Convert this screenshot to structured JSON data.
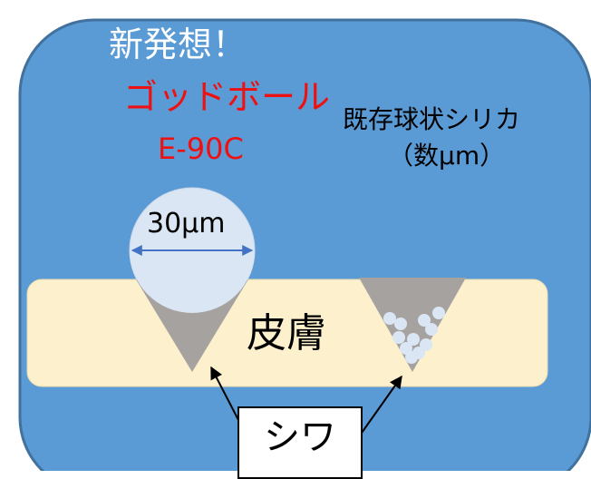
{
  "texts": {
    "title": "新発想！",
    "product_name": "ゴッドボール",
    "product_code": "E-90C",
    "existing_label": "既存球状シリカ",
    "existing_size": "（数µm）",
    "ball_size": "30µm",
    "skin": "皮膚",
    "wrinkle": "シワ"
  },
  "colors": {
    "background": "#5b9bd5",
    "skin": "#fdf0cc",
    "ball": "#dae6f4",
    "groove": "#a6a2a0",
    "accent_red": "#ee1111"
  }
}
